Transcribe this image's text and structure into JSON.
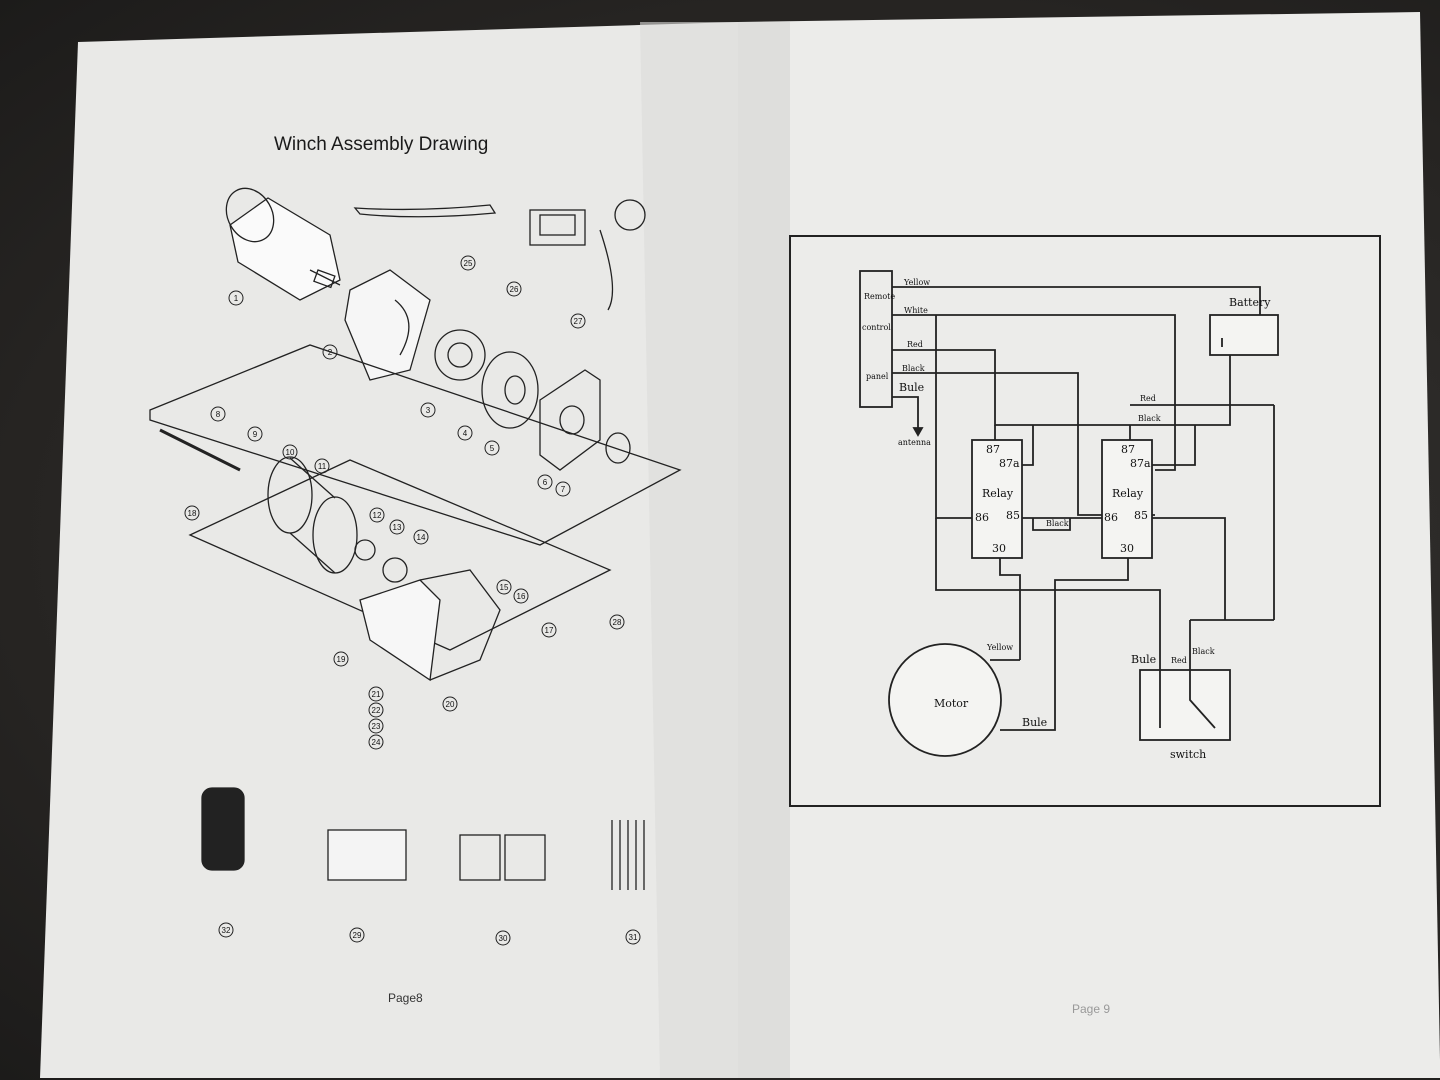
{
  "left_page": {
    "title": "Winch Assembly Drawing",
    "page_label": "Page8",
    "part_numbers": [
      "1",
      "2",
      "3",
      "4",
      "5",
      "6",
      "7",
      "8",
      "9",
      "10",
      "11",
      "12",
      "13",
      "14",
      "15",
      "16",
      "17",
      "18",
      "19",
      "20",
      "21",
      "22",
      "23",
      "24",
      "25",
      "26",
      "27",
      "28",
      "29",
      "30",
      "31",
      "32"
    ]
  },
  "right_page": {
    "page_label": "Page 9",
    "remote_panel_lines": [
      "Remote",
      "control",
      "panel"
    ],
    "wire_labels": {
      "yellow_top": "Yellow",
      "white": "White",
      "red_left": "Red",
      "black_left": "Black",
      "bule_remote": "Bule",
      "antenna": "antenna",
      "red_right": "Red",
      "black_right": "Black",
      "black_mid": "Black",
      "yellow_motor": "Yellow",
      "bule_motor": "Bule",
      "bule_switch": "Bule",
      "red_switch": "Red",
      "black_switch": "Black"
    },
    "battery": "Battery",
    "relay_left": {
      "name": "Relay",
      "p87": "87",
      "p87a": "87a",
      "p86": "86",
      "p85": "85",
      "p30": "30"
    },
    "relay_right": {
      "name": "Relay",
      "p87": "87",
      "p87a": "87a",
      "p86": "86",
      "p85": "85",
      "p30": "30"
    },
    "motor": "Motor",
    "switch": "switch"
  },
  "colors": {
    "paper": "#f2f2f0",
    "ink": "#1a1a1a",
    "background": "#262422"
  }
}
